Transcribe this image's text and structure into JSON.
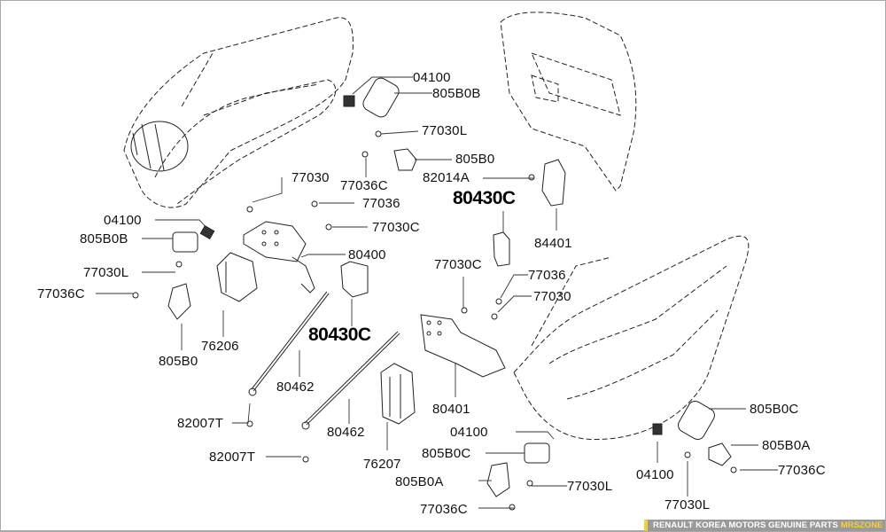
{
  "diagram": {
    "title": "Door hinge / strut parts diagram",
    "colors": {
      "line": "#222222",
      "label": "#111111",
      "border": "#a8a8a8",
      "footer_bg": "#9a9a9a",
      "footer_accent": "#f4cf3c"
    },
    "callouts": [
      {
        "id": "c1",
        "text": "04100"
      },
      {
        "id": "c2",
        "text": "805B0B"
      },
      {
        "id": "c3",
        "text": "77030L"
      },
      {
        "id": "c4",
        "text": "805B0"
      },
      {
        "id": "c5",
        "text": "82014A"
      },
      {
        "id": "c6",
        "text": "77036C"
      },
      {
        "id": "c7",
        "text": "80430C"
      },
      {
        "id": "c8",
        "text": "77030"
      },
      {
        "id": "c9",
        "text": "77036"
      },
      {
        "id": "c10",
        "text": "77030C"
      },
      {
        "id": "c11",
        "text": "04100"
      },
      {
        "id": "c12",
        "text": "805B0B"
      },
      {
        "id": "c13",
        "text": "80400"
      },
      {
        "id": "c14",
        "text": "77030L"
      },
      {
        "id": "c15",
        "text": "77036C"
      },
      {
        "id": "c16",
        "text": "84401"
      },
      {
        "id": "c17",
        "text": "77030C"
      },
      {
        "id": "c18",
        "text": "77036"
      },
      {
        "id": "c19",
        "text": "77030"
      },
      {
        "id": "c20",
        "text": "76206"
      },
      {
        "id": "c21",
        "text": "80430C"
      },
      {
        "id": "c22",
        "text": "805B0"
      },
      {
        "id": "c23",
        "text": "80462"
      },
      {
        "id": "c24",
        "text": "80401"
      },
      {
        "id": "c25",
        "text": "805B0C"
      },
      {
        "id": "c26",
        "text": "82007T"
      },
      {
        "id": "c27",
        "text": "80462"
      },
      {
        "id": "c28",
        "text": "04100"
      },
      {
        "id": "c29",
        "text": "805B0A"
      },
      {
        "id": "c30",
        "text": "805B0C"
      },
      {
        "id": "c31",
        "text": "82007T"
      },
      {
        "id": "c32",
        "text": "76207"
      },
      {
        "id": "c33",
        "text": "77036C"
      },
      {
        "id": "c34",
        "text": "805B0A"
      },
      {
        "id": "c35",
        "text": "04100"
      },
      {
        "id": "c36",
        "text": "77030L"
      },
      {
        "id": "c37",
        "text": "77036C"
      },
      {
        "id": "c38",
        "text": "77030L"
      }
    ]
  },
  "footer": {
    "text": "RENAULT KOREA MOTORS GENUINE PARTS",
    "brand": "MRSZONE"
  }
}
